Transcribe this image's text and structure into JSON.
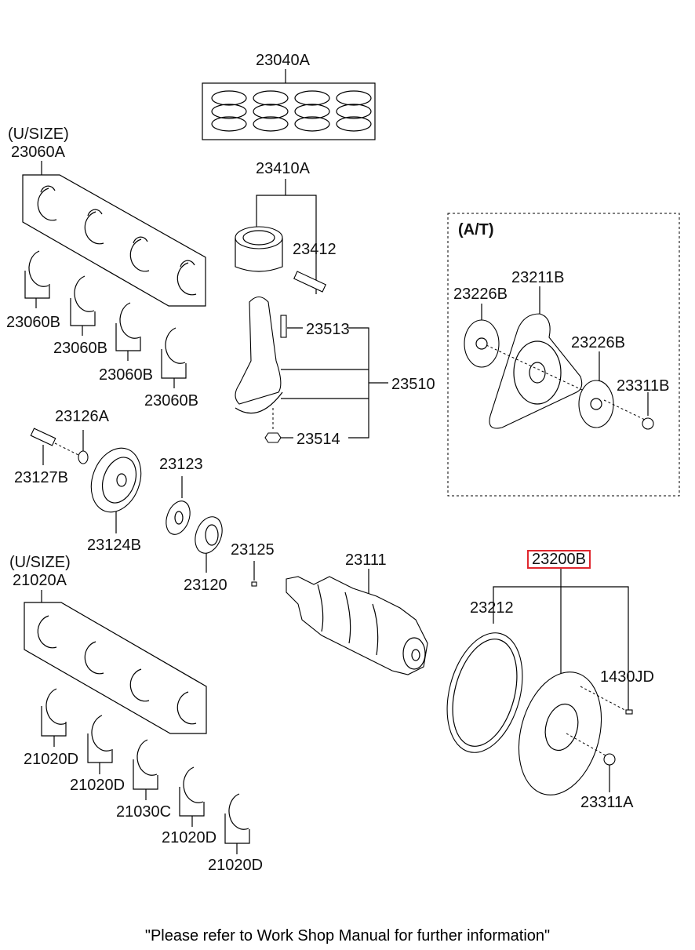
{
  "title": "Crankshaft, Piston & Flywheel Parts Diagram",
  "highlight_color": "#e0272e",
  "parts": {
    "piston_ring_set": "23040A",
    "upper_bearing_usize_note": "(U/SIZE)",
    "upper_bearing_set": "23060A",
    "upper_bearing_1": "23060B",
    "upper_bearing_2": "23060B",
    "upper_bearing_3": "23060B",
    "upper_bearing_4": "23060B",
    "piston_assy": "23410A",
    "piston_pin": "23412",
    "conrod_bolt": "23513",
    "conrod_assy": "23510",
    "conrod_nut": "23514",
    "washer": "23126A",
    "pulley_bolt": "23127B",
    "damper_pulley": "23124B",
    "flange": "23123",
    "sprocket": "23120",
    "key": "23125",
    "crankshaft": "23111",
    "main_bearing_usize_note": "(U/SIZE)",
    "main_bearing_set": "21020A",
    "main_bearing_1": "21020D",
    "main_bearing_2": "21020D",
    "thrust_bearing": "21030C",
    "main_bearing_3": "21020D",
    "main_bearing_4": "21020D",
    "flywheel_assy": "23200B",
    "ring_gear": "23212",
    "dowel_pin": "1430JD",
    "flywheel_bolt": "23311A",
    "at_group_label": "(A/T)",
    "drive_plate": "23211B",
    "adapter_plate_1": "23226B",
    "adapter_plate_2": "23226B",
    "drive_plate_bolt": "23311B"
  },
  "footer_note": "\"Please refer to Work Shop Manual for further information\""
}
